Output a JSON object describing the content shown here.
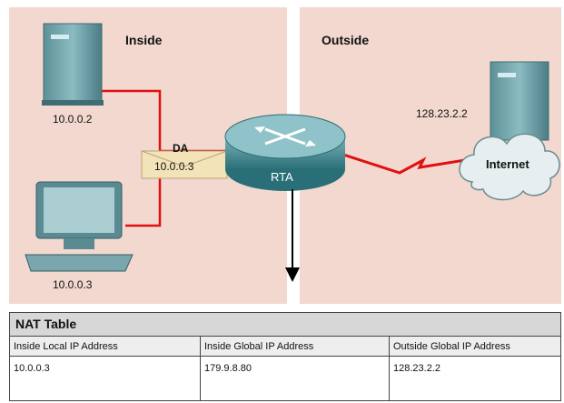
{
  "zones": {
    "inside_title": "Inside",
    "outside_title": "Outside"
  },
  "devices": {
    "inside_server_ip": "10.0.0.2",
    "inside_pc_ip": "10.0.0.3",
    "outside_server_ip": "128.23.2.2",
    "router_label": "RTA",
    "cloud_label": "Internet"
  },
  "packet": {
    "header": "DA",
    "address": "10.0.0.3"
  },
  "nat_table": {
    "title": "NAT Table",
    "columns": [
      "Inside Local IP Address",
      "Inside Global IP Address",
      "Outside Global IP Address"
    ],
    "rows": [
      [
        "10.0.0.3",
        "179.9.8.80",
        "128.23.2.2"
      ]
    ]
  },
  "colors": {
    "link": "#e01010",
    "zone_bg": "#f2d8cf",
    "router": "#2f7f86"
  }
}
